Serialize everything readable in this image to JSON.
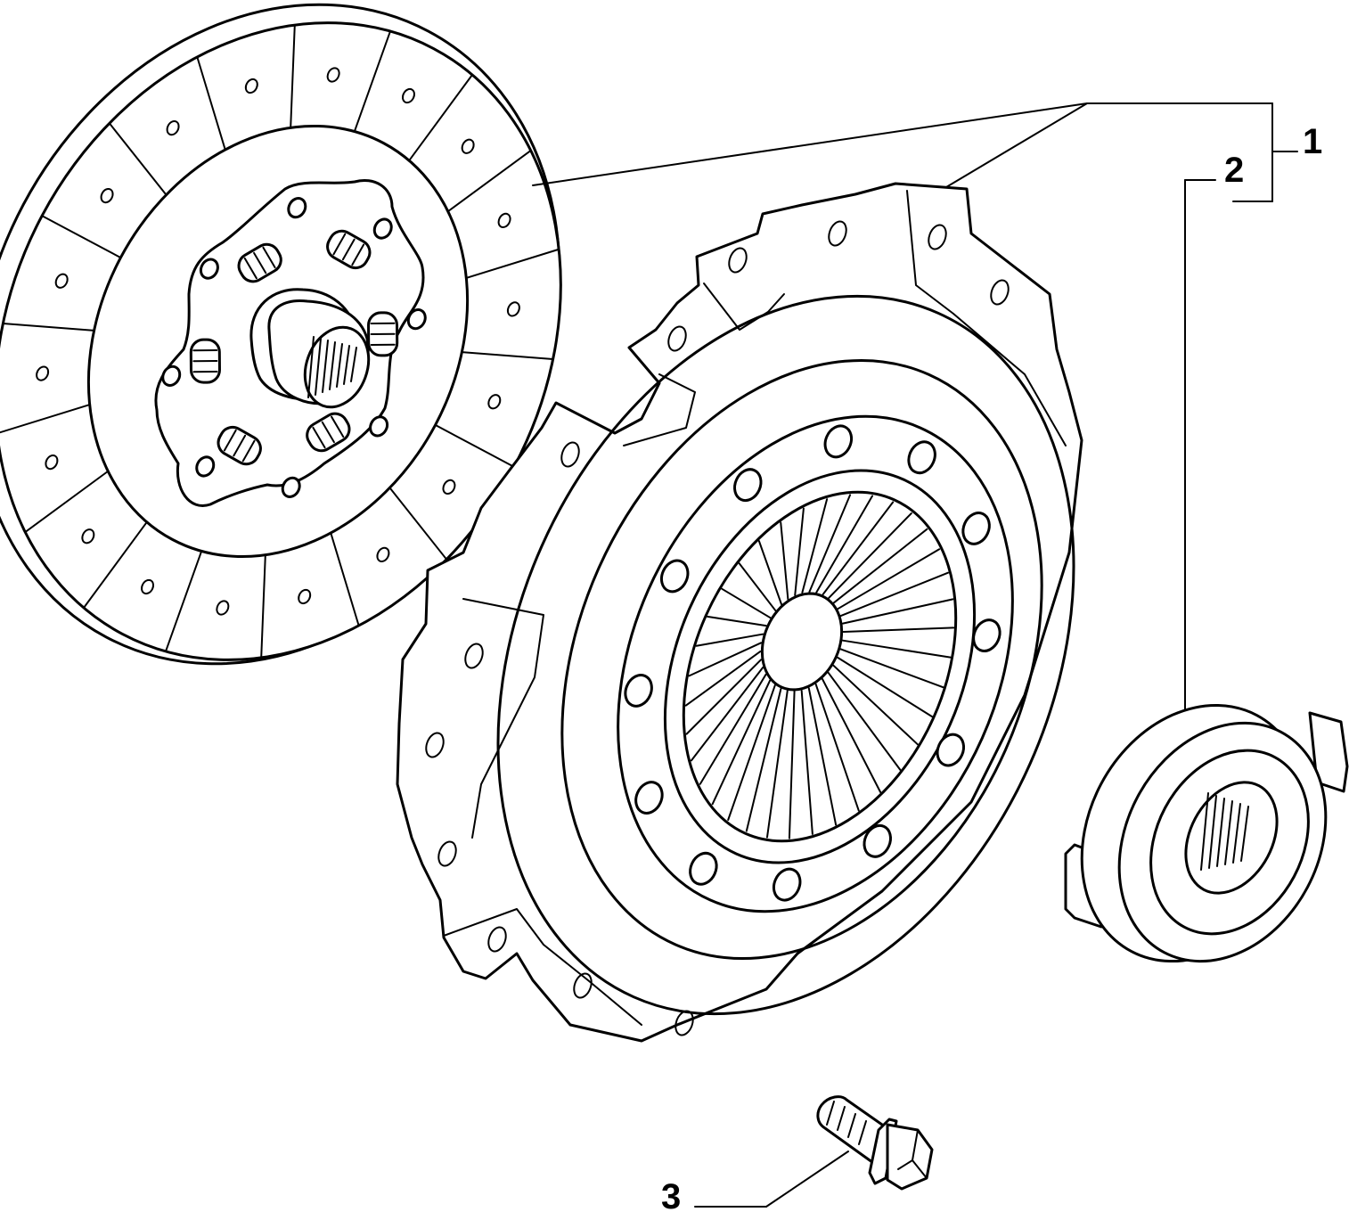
{
  "callouts": {
    "kit": "1",
    "release_bearing": "2",
    "bolt": "3"
  }
}
